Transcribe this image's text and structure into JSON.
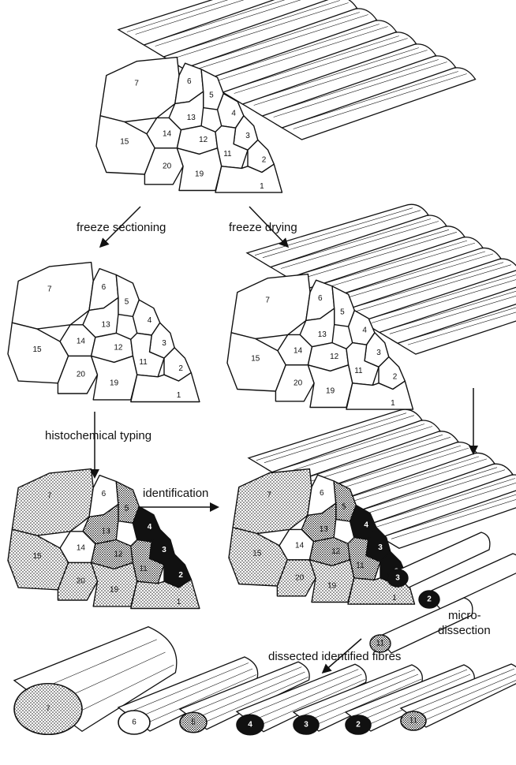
{
  "labels": {
    "freeze_sectioning": "freeze sectioning",
    "freeze_drying": "freeze drying",
    "histochemical_typing": "histochemical typing",
    "identification": "identification",
    "micro": "micro-",
    "dissection": "dissection",
    "dissected_identified_fibres": "dissected identified fibres"
  },
  "fibre_numbers": [
    "1",
    "2",
    "3",
    "4",
    "5",
    "6",
    "7",
    "11",
    "12",
    "13",
    "14",
    "15",
    "19",
    "20"
  ],
  "dissected_fibres": [
    "7",
    "6",
    "5",
    "4",
    "3",
    "2",
    "11"
  ],
  "micro_dissected_fibres": [
    "3",
    "2",
    "11"
  ],
  "fibre_types": {
    "dark": [
      "2",
      "3",
      "4"
    ],
    "stippled": [
      "5",
      "11",
      "12",
      "13"
    ],
    "light_stippled": [
      "1",
      "7",
      "15",
      "19",
      "20"
    ],
    "unstained": [
      "6",
      "14"
    ]
  },
  "colors": {
    "ink": "#111111",
    "paper": "#ffffff"
  }
}
